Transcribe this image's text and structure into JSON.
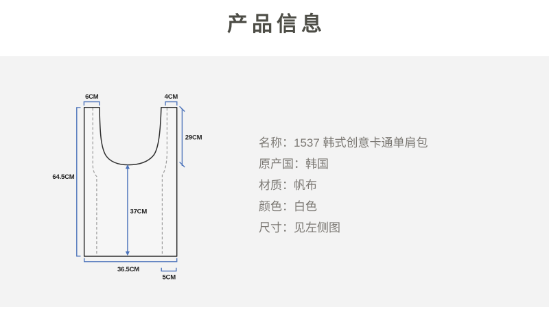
{
  "header": {
    "title": "产品信息"
  },
  "product_info": {
    "fields": [
      {
        "label": "名称：",
        "value": "1537 韩式创意卡通单肩包"
      },
      {
        "label": "原产国：",
        "value": "韩国"
      },
      {
        "label": "材质：",
        "value": "帆布"
      },
      {
        "label": "颜色：",
        "value": "白色"
      },
      {
        "label": "尺寸：",
        "value": "见左侧图"
      }
    ]
  },
  "diagram": {
    "name": "bag-size-diagram",
    "labels": {
      "left_handle_width": "6CM",
      "right_handle_width": "4CM",
      "handle_height": "29CM",
      "total_height": "64.5CM",
      "body_height": "37CM",
      "bottom_width": "36.5CM",
      "bottom_right_segment": "5CM"
    }
  },
  "colors": {
    "accent_blue": "#4c73ba",
    "panel_background": "#f3f3f3",
    "outline_dark": "#2e2e2e",
    "seam_gray": "#9b9b9b",
    "title_color": "#4d4d46",
    "info_text_color": "#7b7873"
  }
}
